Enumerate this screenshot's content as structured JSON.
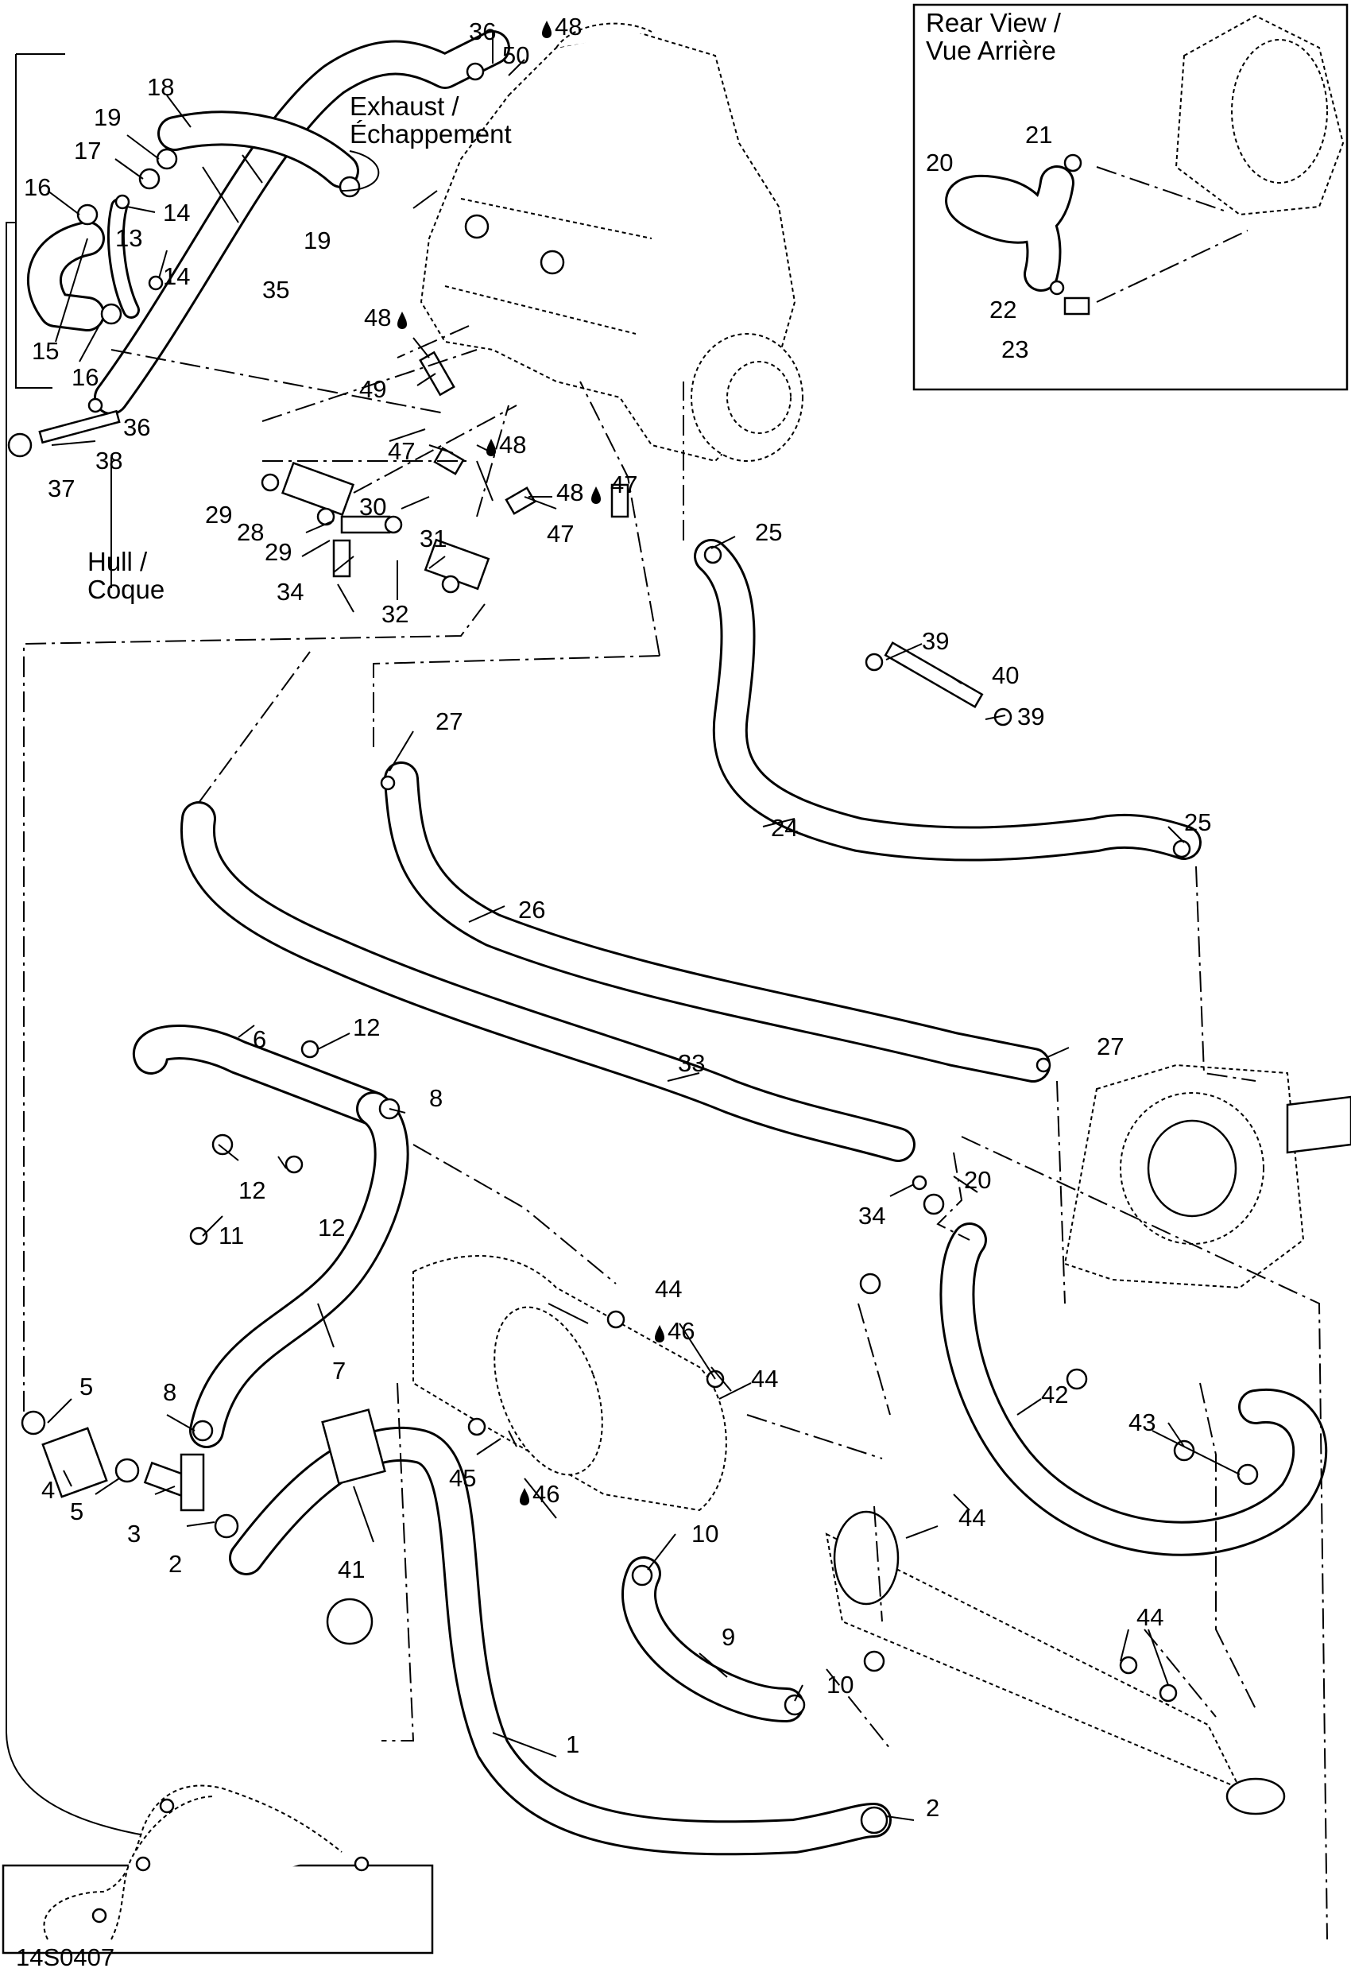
{
  "drawing_code": "14S0407",
  "notes": {
    "rear_view": "Rear View /\nVue Arrière",
    "exhaust": "Exhaust /\nÉchappement",
    "hull": "Hull /\nCoque"
  },
  "callouts": [
    "1",
    "2",
    "2",
    "3",
    "4",
    "5",
    "5",
    "6",
    "7",
    "8",
    "8",
    "9",
    "10",
    "10",
    "11",
    "12",
    "12",
    "12",
    "13",
    "14",
    "14",
    "15",
    "16",
    "16",
    "17",
    "18",
    "19",
    "19",
    "20",
    "21",
    "22",
    "23",
    "24",
    "25",
    "25",
    "26",
    "27",
    "27",
    "28",
    "29",
    "29",
    "30",
    "31",
    "32",
    "33",
    "34",
    "34",
    "35",
    "36",
    "36",
    "37",
    "38",
    "39",
    "39",
    "40",
    "41",
    "42",
    "43",
    "44",
    "44",
    "44",
    "44",
    "45",
    "47",
    "47",
    "47",
    "49",
    "50"
  ],
  "adhesive_callouts": [
    "48",
    "48",
    "48",
    "48",
    "46",
    "46"
  ],
  "colors": {
    "ink": "#000000",
    "paper": "#ffffff"
  }
}
